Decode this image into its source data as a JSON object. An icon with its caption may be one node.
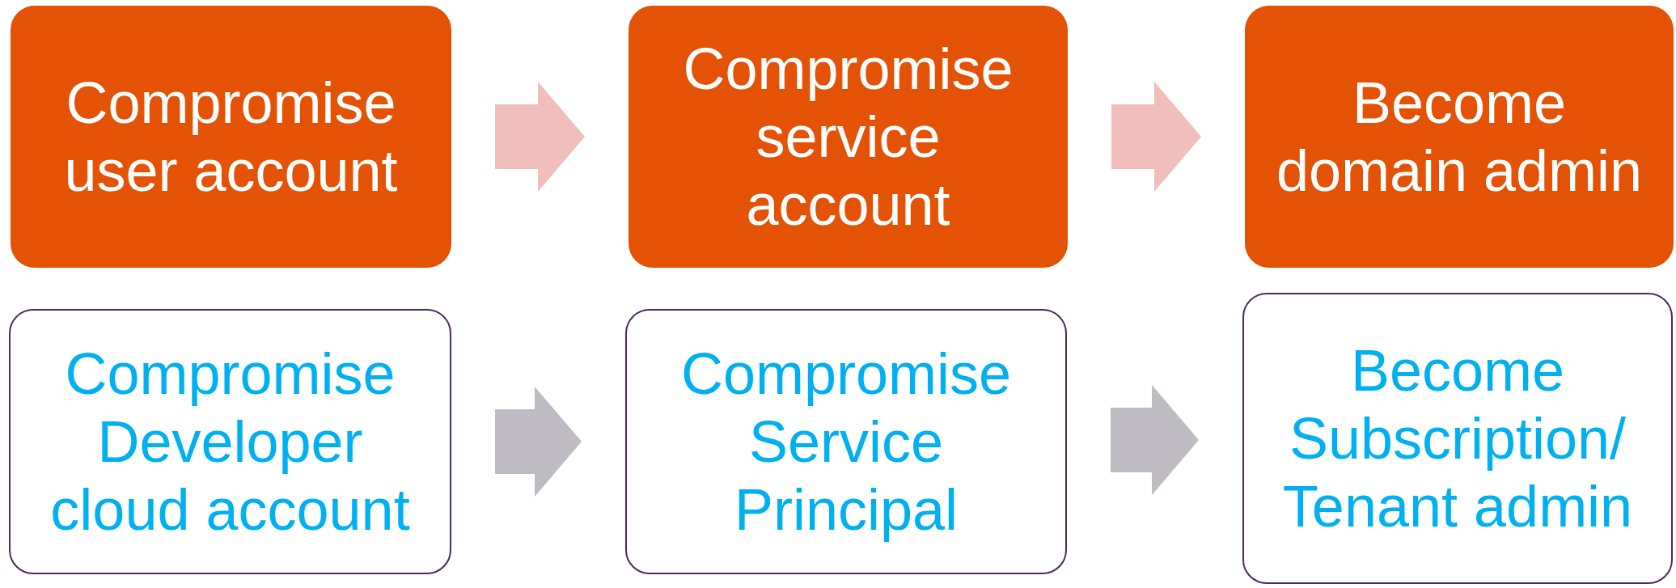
{
  "diagram": {
    "nodes": [
      {
        "text": [
          "Compromise user account"
        ]
      },
      {
        "text": [
          "Compromise service account"
        ]
      },
      {
        "text": [
          "Become domain admin"
        ]
      },
      {
        "text": [
          "Compromise Developer cloud account"
        ]
      },
      {
        "text": [
          "Compromise Service Principal"
        ]
      },
      {
        "text": [
          "Become Subscription/ Tenant admin"
        ]
      }
    ],
    "edges": [
      {
        "from": 0,
        "to": 1,
        "arrow": "to",
        "color": "#f0bfbb"
      },
      {
        "from": 1,
        "to": 2,
        "arrow": "to",
        "color": "#f0bfbb"
      },
      {
        "from": 3,
        "to": 4,
        "arrow": "to",
        "color": "#bebbc2"
      },
      {
        "from": 4,
        "to": 5,
        "arrow": "to",
        "color": "#bebbc2"
      }
    ]
  }
}
